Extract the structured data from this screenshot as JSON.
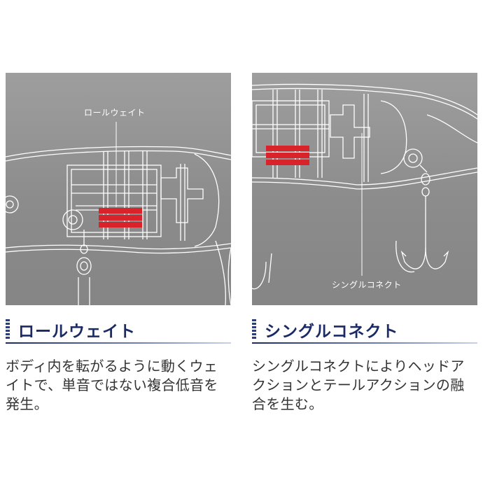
{
  "left": {
    "callout": "ロールウェイト",
    "heading": "ロールウェイト",
    "description": "ボディ内を転がるように動くウェイトで、単音ではない複合低音を発生。"
  },
  "right": {
    "callout": "シングルコネクト",
    "heading": "シングルコネクト",
    "description": "シングルコネクトによりヘッドアクションとテールアクションの融合を生む。"
  },
  "colors": {
    "accent_red": "#d9222a",
    "heading_navy": "#1b2a64",
    "panel_gray": "#8e8e8e"
  }
}
